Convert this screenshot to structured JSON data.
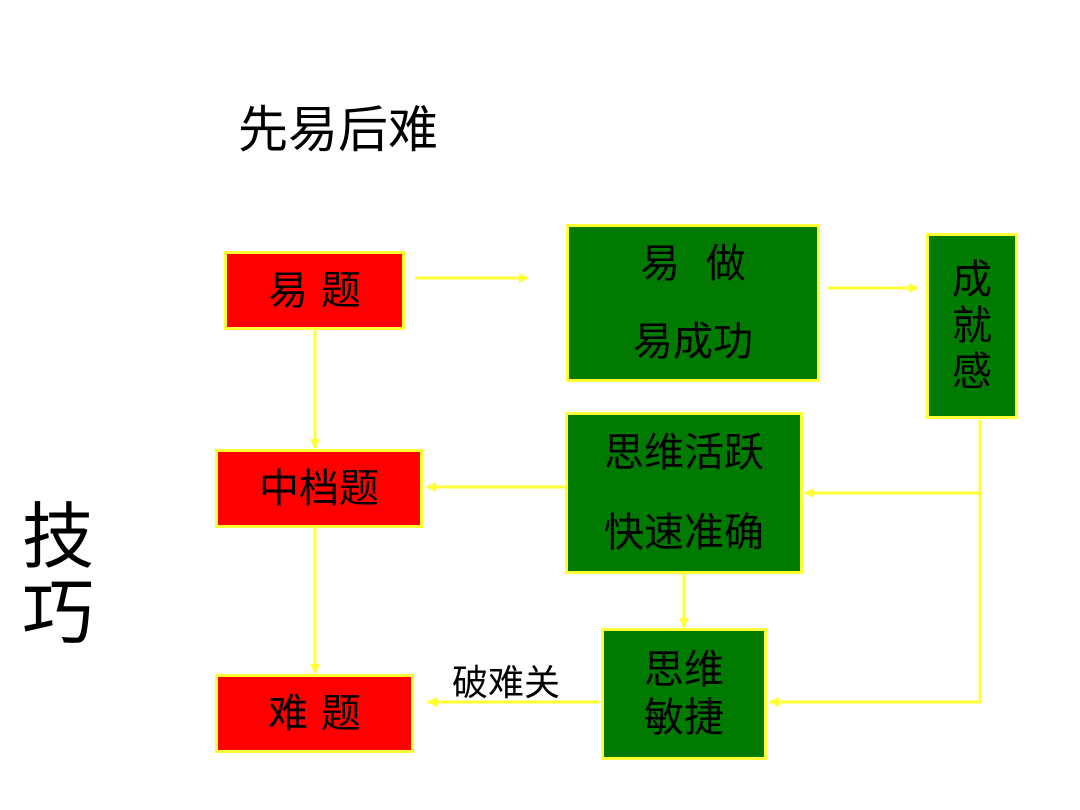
{
  "title": "先易后难",
  "side_label_line1": "技",
  "side_label_line2": "巧",
  "boxes": {
    "easy": "易 题",
    "medium": "中档题",
    "hard": "难 题",
    "easy_do_line1": "易  做",
    "easy_do_line2": "易成功",
    "achievement_1": "成",
    "achievement_2": "就",
    "achievement_3": "感",
    "active_line1": "思维活跃",
    "active_line2": "快速准确",
    "agile_line1": "思维",
    "agile_line2": "敏捷"
  },
  "edge_labels": {
    "break_barrier": "破难关"
  },
  "colors": {
    "red_box": "#ff0000",
    "green_box": "#007a00",
    "border_and_arrows": "#ffff33"
  }
}
